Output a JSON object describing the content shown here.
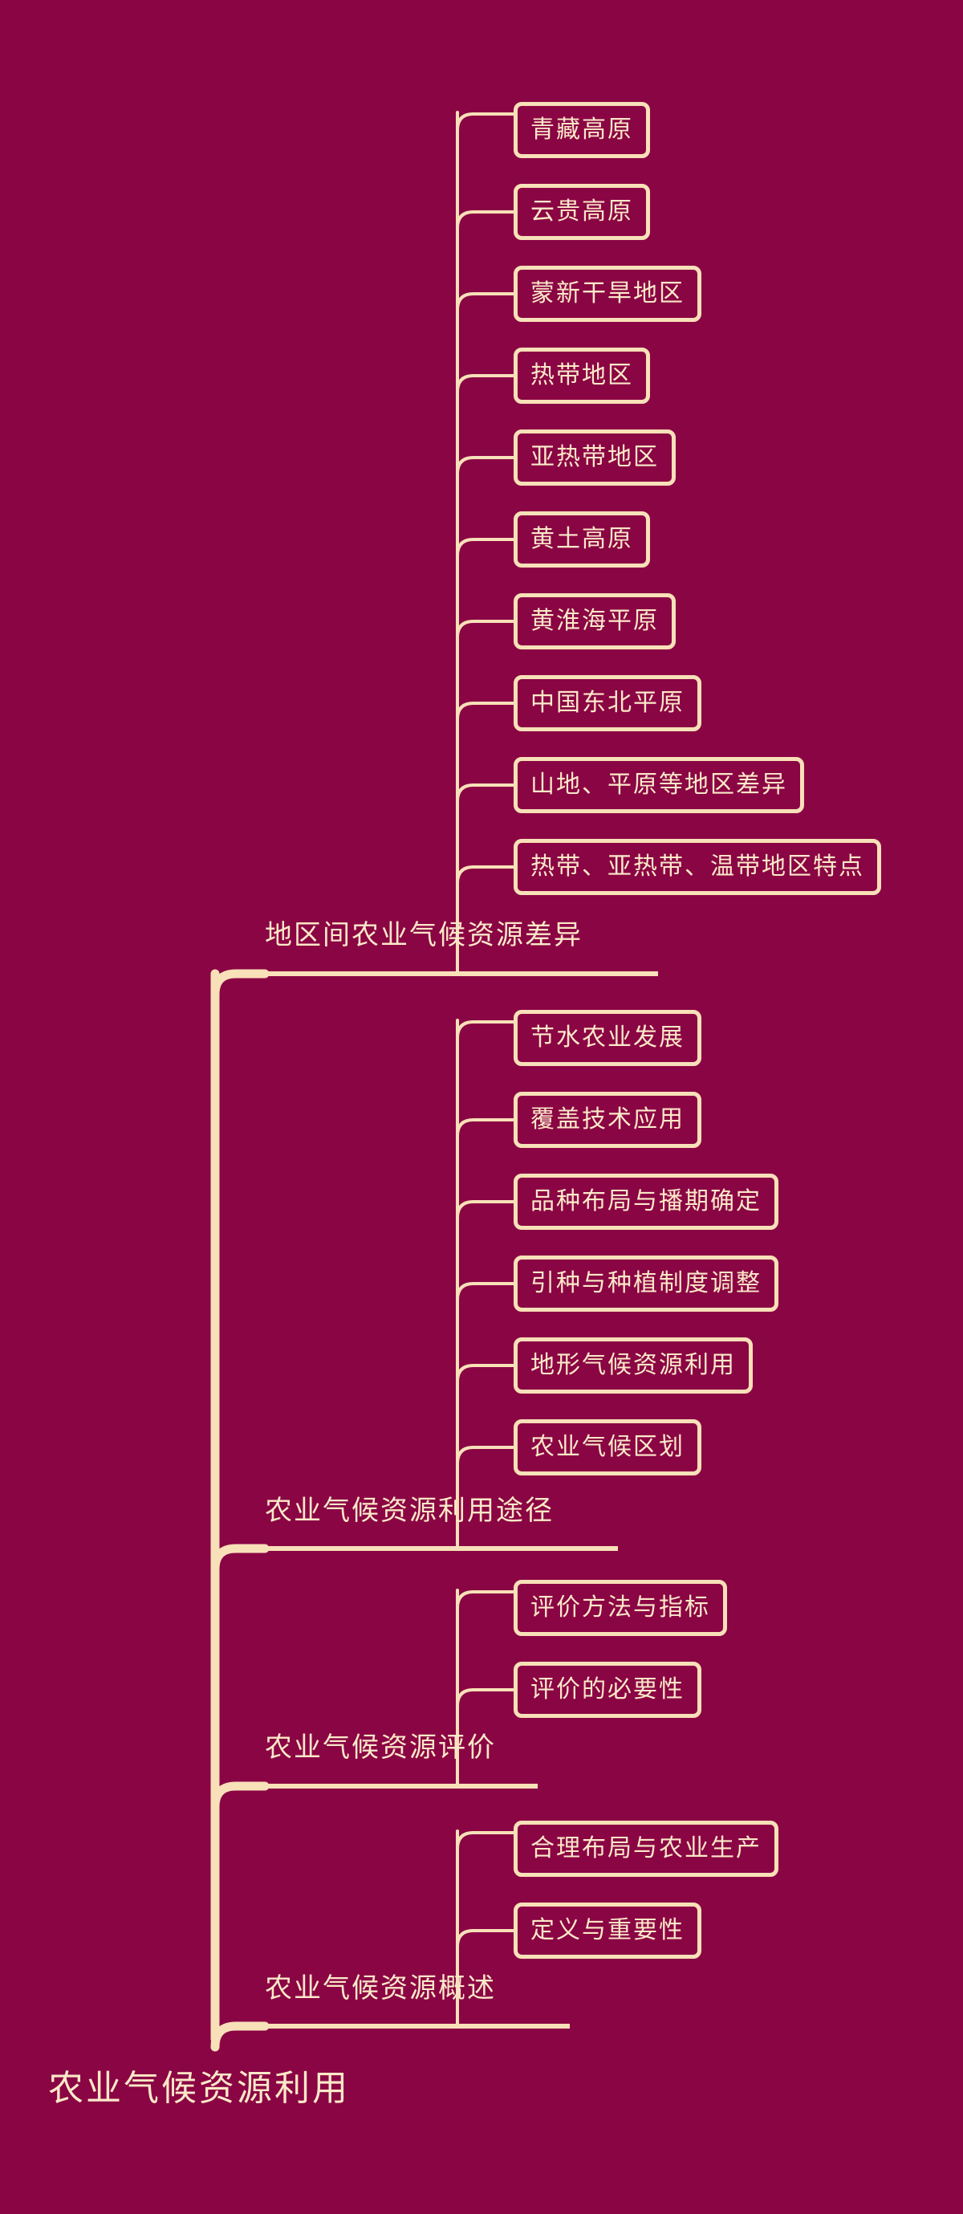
{
  "theme": {
    "background": "#8a0544",
    "stroke": "#f8e0b8",
    "text": "#fbe8c8"
  },
  "root": {
    "label": "农业气候资源利用"
  },
  "branches": [
    {
      "label": "地区间农业气候资源差异",
      "children": [
        {
          "label": "青藏高原"
        },
        {
          "label": "云贵高原"
        },
        {
          "label": "蒙新干旱地区"
        },
        {
          "label": "热带地区"
        },
        {
          "label": "亚热带地区"
        },
        {
          "label": "黄土高原"
        },
        {
          "label": "黄淮海平原"
        },
        {
          "label": "中国东北平原"
        },
        {
          "label": "山地、平原等地区差异"
        },
        {
          "label": "热带、亚热带、温带地区特点"
        }
      ]
    },
    {
      "label": "农业气候资源利用途径",
      "children": [
        {
          "label": "节水农业发展"
        },
        {
          "label": "覆盖技术应用"
        },
        {
          "label": "品种布局与播期确定"
        },
        {
          "label": "引种与种植制度调整"
        },
        {
          "label": "地形气候资源利用"
        },
        {
          "label": "农业气候区划"
        }
      ]
    },
    {
      "label": "农业气候资源评价",
      "children": [
        {
          "label": "评价方法与指标"
        },
        {
          "label": "评价的必要性"
        }
      ]
    },
    {
      "label": "农业气候资源概述",
      "children": [
        {
          "label": "合理布局与农业生产"
        },
        {
          "label": "定义与重要性"
        }
      ]
    }
  ]
}
